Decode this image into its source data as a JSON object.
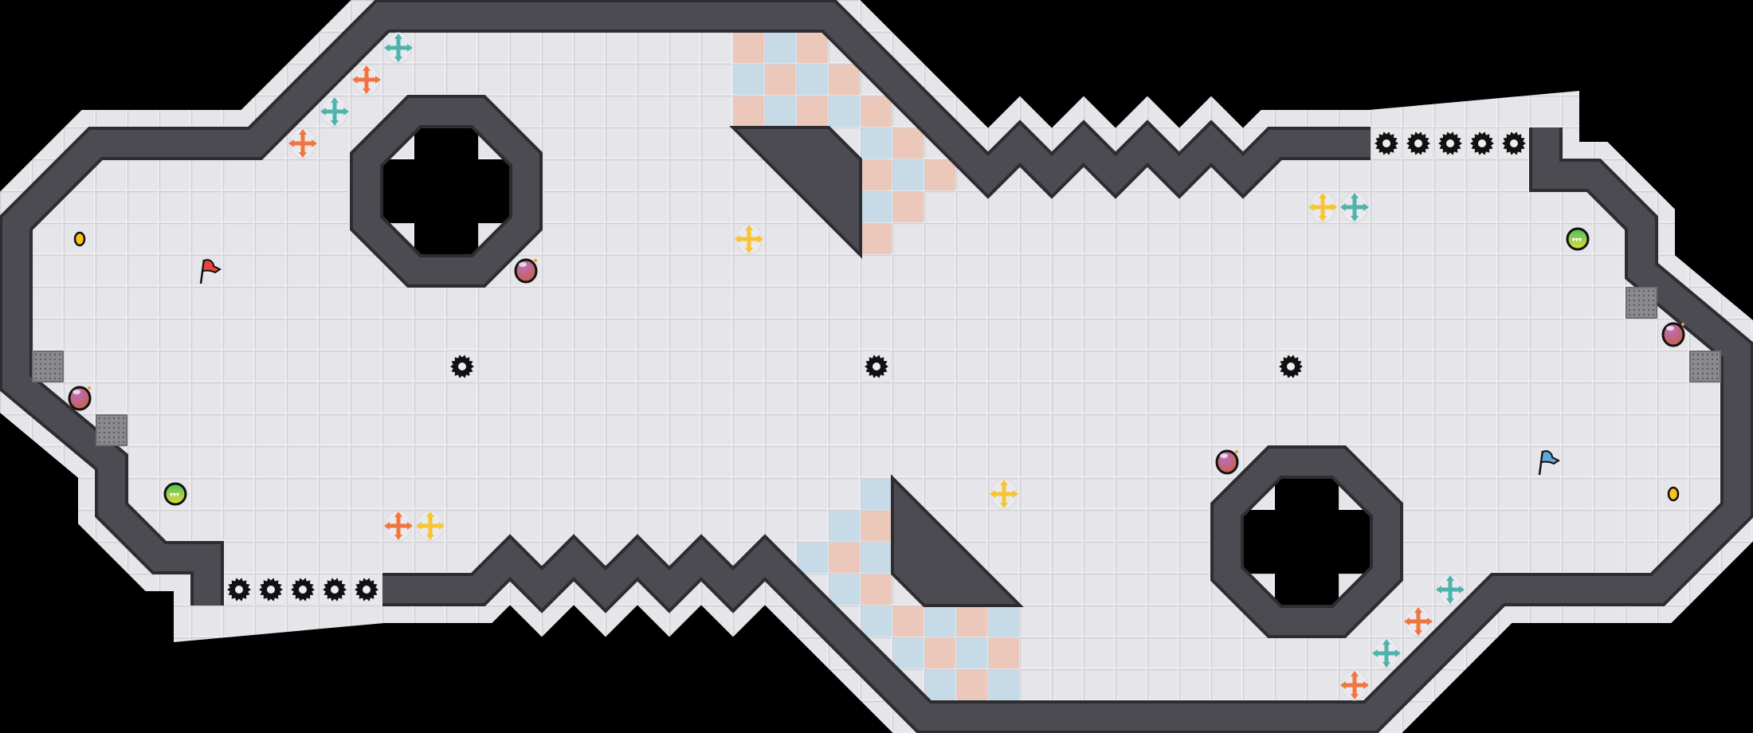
{
  "level": {
    "grid": {
      "columns": 55,
      "rows": 23
    },
    "colors": {
      "background": "#000000",
      "floor": "#e4e4e8",
      "floor_line": "#cfcfd5",
      "wall": "#4b4b51",
      "wall_edge": "#2c2c31",
      "tile_pink": "#ecc8bb",
      "tile_blue": "#c6dbe7",
      "teal": "#4fb3ad",
      "orange": "#f2743f",
      "yellow": "#f7c531",
      "purple": "#9a4fa0",
      "green": "#6cc24a",
      "coin": "#f6c21d",
      "red_flag": "#e8453c",
      "blue_flag": "#5fa8d8",
      "grate": "#8a8a8f"
    },
    "entities": [
      {
        "id": "a1",
        "type": "arrow-pad",
        "icon": "move-arrows-icon",
        "color": "teal"
      },
      {
        "id": "a2",
        "type": "arrow-pad",
        "icon": "move-arrows-icon",
        "color": "orange"
      },
      {
        "id": "a3",
        "type": "arrow-pad",
        "icon": "move-arrows-icon",
        "color": "teal"
      },
      {
        "id": "a4",
        "type": "arrow-pad",
        "icon": "move-arrows-icon",
        "color": "orange"
      },
      {
        "id": "a5",
        "type": "arrow-pad",
        "icon": "move-arrows-icon",
        "color": "orange"
      },
      {
        "id": "a6",
        "type": "arrow-pad",
        "icon": "move-arrows-icon",
        "color": "teal"
      },
      {
        "id": "a7",
        "type": "arrow-pad",
        "icon": "move-arrows-icon",
        "color": "orange"
      },
      {
        "id": "a8",
        "type": "arrow-pad",
        "icon": "move-arrows-icon",
        "color": "teal"
      },
      {
        "id": "a9",
        "type": "arrow-pad",
        "icon": "move-arrows-icon",
        "color": "orange"
      },
      {
        "id": "a10",
        "type": "arrow-pad",
        "icon": "move-arrows-icon",
        "color": "yellow"
      },
      {
        "id": "a11",
        "type": "arrow-pad",
        "icon": "move-arrows-icon",
        "color": "yellow"
      },
      {
        "id": "a12",
        "type": "arrow-pad",
        "icon": "move-arrows-icon",
        "color": "yellow"
      },
      {
        "id": "a13",
        "type": "arrow-pad",
        "icon": "move-arrows-icon",
        "color": "yellow"
      },
      {
        "id": "a14",
        "type": "arrow-pad",
        "icon": "move-arrows-icon",
        "color": "teal"
      },
      {
        "id": "s1",
        "type": "spike",
        "icon": "spike-gear-icon"
      },
      {
        "id": "s2",
        "type": "spike",
        "icon": "spike-gear-icon"
      },
      {
        "id": "s3",
        "type": "spike",
        "icon": "spike-gear-icon"
      },
      {
        "id": "s4",
        "type": "spike",
        "icon": "spike-gear-icon"
      },
      {
        "id": "s5",
        "type": "spike",
        "icon": "spike-gear-icon"
      },
      {
        "id": "s6",
        "type": "spike",
        "icon": "spike-gear-icon"
      },
      {
        "id": "s7",
        "type": "spike",
        "icon": "spike-gear-icon"
      },
      {
        "id": "s8",
        "type": "spike",
        "icon": "spike-gear-icon"
      },
      {
        "id": "s9",
        "type": "spike",
        "icon": "spike-gear-icon"
      },
      {
        "id": "s10",
        "type": "spike",
        "icon": "spike-gear-icon"
      },
      {
        "id": "s11",
        "type": "spike",
        "icon": "spike-gear-icon"
      },
      {
        "id": "s12",
        "type": "spike",
        "icon": "spike-gear-icon"
      },
      {
        "id": "s13",
        "type": "spike",
        "icon": "spike-gear-icon"
      },
      {
        "id": "c1",
        "type": "coin",
        "icon": "coin-icon"
      },
      {
        "id": "c2",
        "type": "coin",
        "icon": "coin-icon"
      },
      {
        "id": "f1",
        "type": "flag",
        "icon": "flag-icon",
        "color": "red_flag"
      },
      {
        "id": "f2",
        "type": "flag",
        "icon": "flag-icon",
        "color": "blue_flag"
      },
      {
        "id": "o1",
        "type": "orb",
        "icon": "purple-orb-icon"
      },
      {
        "id": "o2",
        "type": "orb",
        "icon": "purple-orb-icon"
      },
      {
        "id": "o3",
        "type": "orb",
        "icon": "purple-orb-icon"
      },
      {
        "id": "o4",
        "type": "orb",
        "icon": "purple-orb-icon"
      },
      {
        "id": "g1",
        "type": "chomper",
        "icon": "green-chomper-ball-icon"
      },
      {
        "id": "g2",
        "type": "chomper",
        "icon": "green-chomper-ball-icon"
      },
      {
        "id": "r1",
        "type": "grate",
        "icon": "grate-icon"
      },
      {
        "id": "r2",
        "type": "grate",
        "icon": "grate-icon"
      },
      {
        "id": "r3",
        "type": "grate",
        "icon": "grate-icon"
      },
      {
        "id": "r4",
        "type": "grate",
        "icon": "grate-icon"
      }
    ]
  }
}
